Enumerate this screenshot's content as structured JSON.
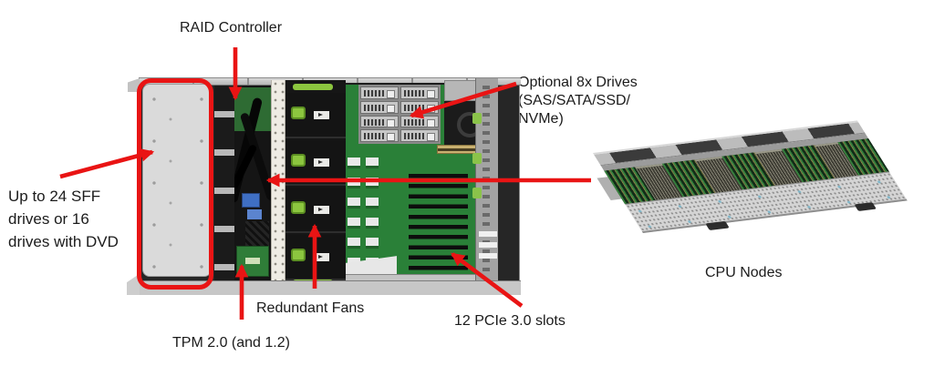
{
  "diagram": {
    "subject": "server-internal-top-view-with-cpu-node",
    "annotation_color": "#e91414",
    "labels": {
      "raid": "RAID Controller",
      "optional1": "Optional 8x Drives",
      "optional2": "(SAS/SATA/SSD/",
      "optional3": "NVMe)",
      "sff1": "Up to 24 SFF",
      "sff2": "drives or 16",
      "sff3": "drives with DVD",
      "fans": "Redundant Fans",
      "tpm": "TPM 2.0 (and 1.2)",
      "pcie": "12 PCIe 3.0 slots",
      "cpu": "CPU Nodes"
    },
    "colors": {
      "pcb_green": "#2a8038",
      "fan_clip_green": "#8cc63f",
      "chassis_gray": "#c6c6c6",
      "drive_panel_gray": "#dadada",
      "mesh_gray": "#d4d4d4"
    }
  }
}
